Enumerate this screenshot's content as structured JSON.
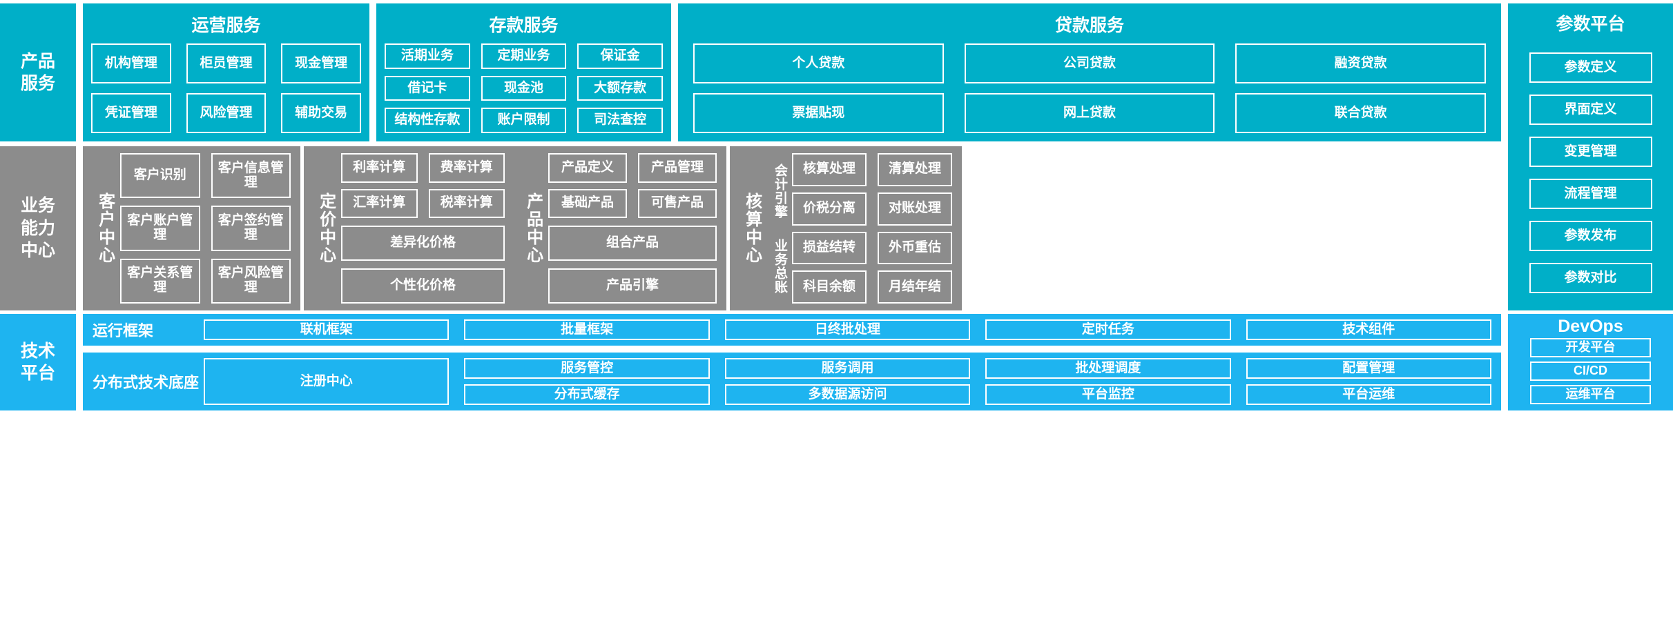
{
  "colors": {
    "teal": "#00AFC8",
    "gray": "#8C8C8C",
    "blue": "#1EB4F0",
    "border": "#FFFFFF",
    "text": "#FFFFFF"
  },
  "bands": {
    "product_services": {
      "rail_label": "产品\n服务"
    },
    "business_capability": {
      "rail_label": "业务\n能力\n中心"
    },
    "technical_platform": {
      "rail_label": "技术\n平台"
    }
  },
  "product_services": {
    "panels": [
      {
        "title": "运营服务",
        "items": [
          "机构管理",
          "柜员管理",
          "现金管理",
          "凭证管理",
          "风险管理",
          "辅助交易"
        ]
      },
      {
        "title": "存款服务",
        "items": [
          "活期业务",
          "定期业务",
          "保证金",
          "借记卡",
          "现金池",
          "大额存款",
          "结构性存款",
          "账户限制",
          "司法查控"
        ]
      },
      {
        "title": "贷款服务",
        "items": [
          "个人贷款",
          "公司贷款",
          "融资贷款",
          "票据贴现",
          "网上贷款",
          "联合贷款"
        ]
      }
    ]
  },
  "business_capability": {
    "centers": [
      {
        "vlabel": "客户中心",
        "items": [
          "客户识别",
          "客户信息管理",
          "客户账户管理",
          "客户签约管理",
          "客户关系管理",
          "客户风险管理"
        ]
      },
      {
        "vlabel": "定价中心",
        "items": [
          "利率计算",
          "费率计算",
          "汇率计算",
          "税率计算"
        ],
        "wide_items": [
          "差异化价格",
          "个性化价格"
        ]
      },
      {
        "vlabel": "产品中心",
        "items": [
          "产品定义",
          "产品管理",
          "基础产品",
          "可售产品"
        ],
        "wide_items": [
          "组合产品",
          "产品引擎"
        ]
      },
      {
        "vlabel": "核算中心",
        "sub_labels": [
          "会计引擎",
          "业务总账"
        ],
        "items": [
          "核算处理",
          "清算处理",
          "价税分离",
          "对账处理",
          "损益结转",
          "外币重估",
          "科目余额",
          "月结年结"
        ]
      }
    ]
  },
  "technical_platform": {
    "rows": [
      {
        "label": "运行框架",
        "items": [
          "联机框架",
          "批量框架",
          "日终批处理",
          "定时任务",
          "技术组件"
        ]
      },
      {
        "label": "分布式技术底座",
        "first": "注册中心",
        "columns": [
          [
            "服务管控",
            "分布式缓存"
          ],
          [
            "服务调用",
            "多数据源访问"
          ],
          [
            "批处理调度",
            "平台监控"
          ],
          [
            "配置管理",
            "平台运维"
          ]
        ]
      }
    ]
  },
  "parameter_platform": {
    "title": "参数平台",
    "items": [
      "参数定义",
      "界面定义",
      "变更管理",
      "流程管理",
      "参数发布",
      "参数对比"
    ]
  },
  "devops": {
    "title": "DevOps",
    "items": [
      "开发平台",
      "CI/CD",
      "运维平台"
    ]
  }
}
